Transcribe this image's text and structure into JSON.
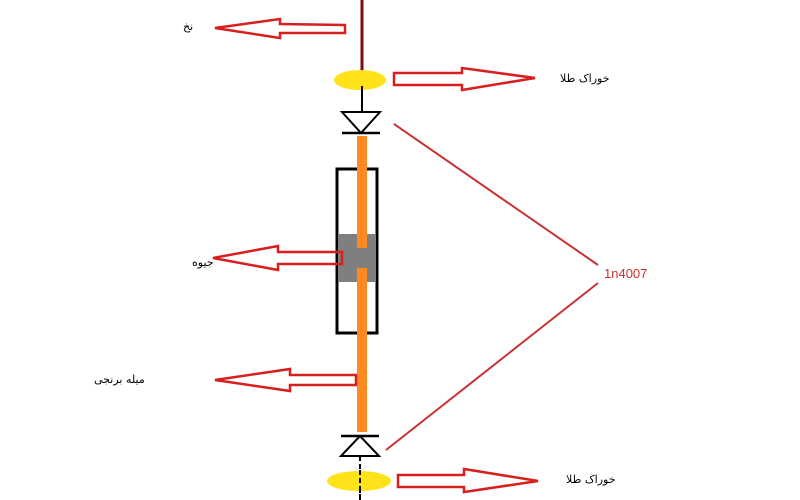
{
  "labels": {
    "thread": "نخ",
    "gold_feed_top": "خوراک طلا",
    "mercury": "جیوه",
    "brass_rod": "میله برنجی",
    "diode_model": "1n4007",
    "gold_feed_bottom": "خوراک طلا"
  },
  "colors": {
    "thread": "#7a0f14",
    "arrow": "#d81e1e",
    "gold": "#ffe21a",
    "rod": "#ff8a22",
    "mercury": "#7f7f7f",
    "wire": "#000000",
    "callout": "#c83232"
  }
}
